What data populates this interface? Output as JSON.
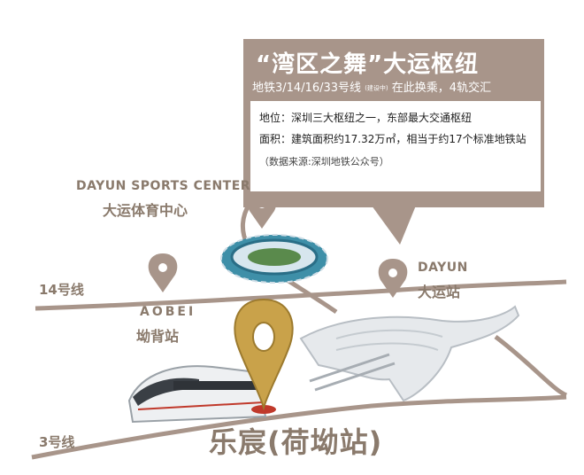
{
  "info_box": {
    "title": "“湾区之舞”大运枢纽",
    "subtitle_main": "地铁3/14/16/33号线",
    "subtitle_small": "(建设中)",
    "subtitle_tail": "在此换乘，4轨交汇",
    "line_location": "地位：深圳三大枢纽之一，东部最大交通枢纽",
    "line_area": "面积：建筑面积约17.32万㎡，相当于约17个标准地铁站",
    "source_note": "（数据来源:深圳地铁公众号）"
  },
  "places": {
    "sports_center": {
      "en": "DAYUN SPORTS CENTER",
      "cn": "大运体育中心"
    },
    "aobei": {
      "en": "AOBEI",
      "cn": "坳背站"
    },
    "dayun": {
      "en": "DAYUN",
      "cn": "大运站"
    },
    "main_station": "乐宸(荷坳站)"
  },
  "lines": {
    "line14": "14号线",
    "line3": "3号线"
  },
  "colors": {
    "brand": "#a8958a",
    "brand_dark": "#8a7a6c",
    "gold": "#c9a24a",
    "pin_red": "#c0392b"
  },
  "icons": [
    "location-pin-icon",
    "gold-location-pin-icon"
  ]
}
